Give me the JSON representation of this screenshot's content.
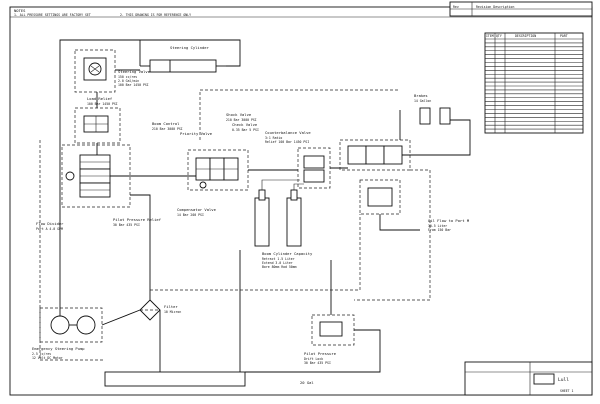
{
  "notes": {
    "heading": "NOTES",
    "line1": "1. ALL PRESSURE SETTINGS ARE FACTORY SET",
    "line2": "2. THIS DRAWING IS FOR REFERENCE ONLY"
  },
  "revision": {
    "col_rev": "Rev",
    "col_desc": "Revision Description"
  },
  "labels": {
    "steering_cylinder": "Steering Cylinder",
    "steering_valve": "Steering Valve",
    "steering_valve_spec1": "150 cc/rev",
    "steering_valve_spec2": "2.0 Gal/min",
    "steering_valve_spec3": "100 Bar 1450 PSI",
    "load_relief": "Load Relief",
    "load_relief_spec": "100 Bar 1450 PSI",
    "boom_control": "Boom Control",
    "boom_control_spec": "210 Bar 3000 PSI",
    "check_valve": "Check Valve",
    "check_valve_spec": "0.35 Bar 5 PSI",
    "shock_valve": "Shock Valve",
    "shock_valve_spec": "210 Bar 3000 PSI",
    "counterbalance": "Counterbalance Valve",
    "counterbalance_spec1": "3:1 Ratio",
    "counterbalance_spec2": "Relief 100 Bar 1450 PSI",
    "brakes": "Brakes",
    "brakes_spec": "14 Gallon",
    "filter_label": "Filter",
    "filter_spec": "10 Micron",
    "flow_divider": "Flow Divider",
    "flow_divider_spec": "Port A 4.0 GPM",
    "pilot_pressure": "Pilot Pressure Relief",
    "pilot_pressure_spec": "30 Bar 435 PSI",
    "compensator": "Compensator Valve",
    "compensator_spec": "14 Bar 200 PSI",
    "priority_valve": "Priority Valve",
    "oil_flow": "Oil Flow to Port M",
    "oil_flow_spec1": "30.5 Liter",
    "oil_flow_spec2": "From 150 Bar",
    "boom_cylinder": "Boom Cylinder Capacity",
    "boom_cyl_spec1": "Retract 1.5 Liter",
    "boom_cyl_spec2": "Extend 3.0 Liter",
    "boom_cyl_spec3": "Bore 80mm Rod 50mm",
    "emergency_pump": "Emergency Steering Pump",
    "emergency_pump_spec1": "2.5 cc/rev",
    "emergency_pump_spec2": "12 Volt DC Motor",
    "pilot_drain": "Pilot Pressure",
    "pilot_drain_spec1": "Drift Lock",
    "pilot_drain_spec2": "30 Bar 435 PSI",
    "tank": "20 Gal",
    "title_block_company": "Lull",
    "title_block_sheet": "SHEET 1"
  },
  "parts_table": {
    "headers": [
      "ITEM",
      "QTY",
      "DESCRIPTION",
      "PART"
    ],
    "rows": 24
  }
}
